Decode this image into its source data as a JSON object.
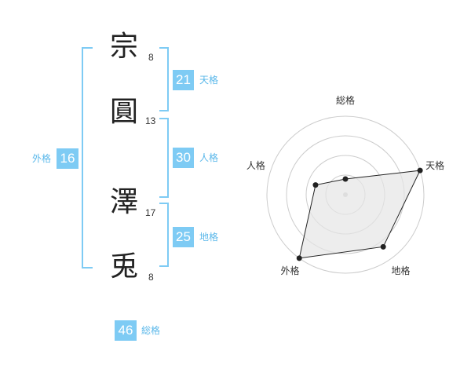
{
  "name": {
    "chars": [
      {
        "char": "宗",
        "strokes": "8"
      },
      {
        "char": "圓",
        "strokes": "13"
      },
      {
        "char": "澤",
        "strokes": "17"
      },
      {
        "char": "兎",
        "strokes": "8"
      }
    ]
  },
  "fortunes": {
    "tenkaku": {
      "value": "21",
      "label": "天格"
    },
    "jinkaku": {
      "value": "30",
      "label": "人格"
    },
    "chikaku": {
      "value": "25",
      "label": "地格"
    },
    "gaikaku": {
      "value": "16",
      "label": "外格"
    },
    "soukaku": {
      "value": "46",
      "label": "総格"
    }
  },
  "chart_data": {
    "type": "radar",
    "axes": [
      "総格",
      "天格",
      "地格",
      "外格",
      "人格"
    ],
    "values": [
      0.2,
      1.0,
      0.82,
      1.0,
      0.4
    ],
    "range": [
      0,
      1
    ],
    "rings": 4,
    "colors": {
      "fill": "#e5e5e5",
      "line": "#222222",
      "grid": "#cccccc",
      "accent": "#7ecbf4"
    }
  }
}
